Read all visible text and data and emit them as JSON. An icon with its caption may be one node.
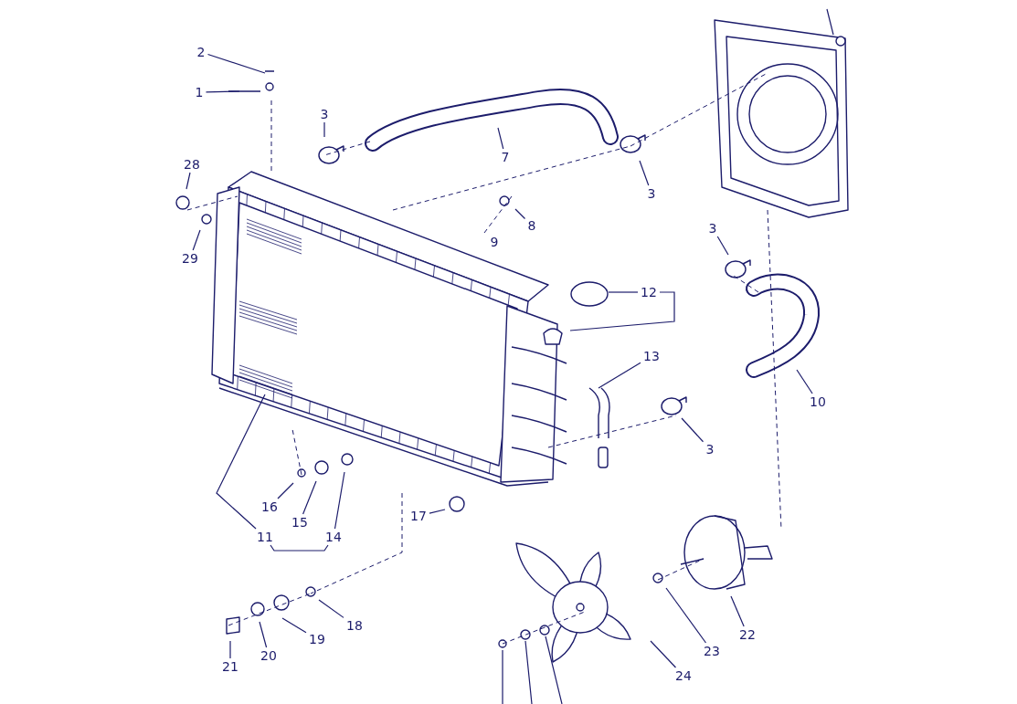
{
  "diagram": {
    "nodes": [
      {
        "text": [
          "2"
        ]
      },
      {
        "text": [
          "1"
        ]
      },
      {
        "text": [
          "3"
        ]
      },
      {
        "text": [
          "7"
        ]
      },
      {
        "text": [
          "28"
        ]
      },
      {
        "text": [
          "3"
        ]
      },
      {
        "text": [
          "8"
        ]
      },
      {
        "text": [
          "3"
        ]
      },
      {
        "text": [
          "29"
        ]
      },
      {
        "text": [
          "12"
        ]
      },
      {
        "text": [
          "13"
        ]
      },
      {
        "text": [
          "10"
        ]
      },
      {
        "text": [
          "3"
        ]
      },
      {
        "text": [
          "16"
        ]
      },
      {
        "text": [
          "17"
        ]
      },
      {
        "text": [
          "15"
        ]
      },
      {
        "text": [
          "11"
        ]
      },
      {
        "text": [
          "14"
        ]
      },
      {
        "text": [
          "18"
        ]
      },
      {
        "text": [
          "22"
        ]
      },
      {
        "text": [
          "19"
        ]
      },
      {
        "text": [
          "23"
        ]
      },
      {
        "text": [
          "20"
        ]
      },
      {
        "text": [
          "21"
        ]
      },
      {
        "text": [
          "24"
        ]
      }
    ],
    "edges": [
      {
        "from": 0,
        "to": null,
        "arrow": "none"
      },
      {
        "from": 1,
        "to": null,
        "arrow": "none"
      },
      {
        "from": 2,
        "to": null,
        "arrow": "none"
      },
      {
        "from": 3,
        "to": null,
        "arrow": "none"
      },
      {
        "from": 4,
        "to": null,
        "arrow": "none"
      },
      {
        "from": 5,
        "to": null,
        "arrow": "none"
      },
      {
        "from": 6,
        "to": null,
        "arrow": "none"
      },
      {
        "from": 7,
        "to": null,
        "arrow": "none"
      },
      {
        "from": 8,
        "to": null,
        "arrow": "none"
      },
      {
        "from": 9,
        "to": null,
        "arrow": "none"
      },
      {
        "from": 9,
        "to": null,
        "arrow": "none"
      },
      {
        "from": 10,
        "to": null,
        "arrow": "none"
      },
      {
        "from": 11,
        "to": null,
        "arrow": "none"
      },
      {
        "from": 12,
        "to": null,
        "arrow": "none"
      },
      {
        "from": 13,
        "to": null,
        "arrow": "none"
      },
      {
        "from": 14,
        "to": null,
        "arrow": "none"
      },
      {
        "from": 15,
        "to": null,
        "arrow": "none"
      },
      {
        "from": 16,
        "to": null,
        "arrow": "none"
      },
      {
        "from": 16,
        "to": 17,
        "arrow": "none"
      },
      {
        "from": 17,
        "to": null,
        "arrow": "none"
      },
      {
        "from": 18,
        "to": null,
        "arrow": "none"
      },
      {
        "from": 19,
        "to": null,
        "arrow": "none"
      },
      {
        "from": 20,
        "to": null,
        "arrow": "none"
      },
      {
        "from": 21,
        "to": null,
        "arrow": "none"
      },
      {
        "from": 22,
        "to": null,
        "arrow": "none"
      },
      {
        "from": 23,
        "to": null,
        "arrow": "none"
      },
      {
        "from": 24,
        "to": null,
        "arrow": "none"
      }
    ],
    "labels": [
      "9"
    ]
  }
}
